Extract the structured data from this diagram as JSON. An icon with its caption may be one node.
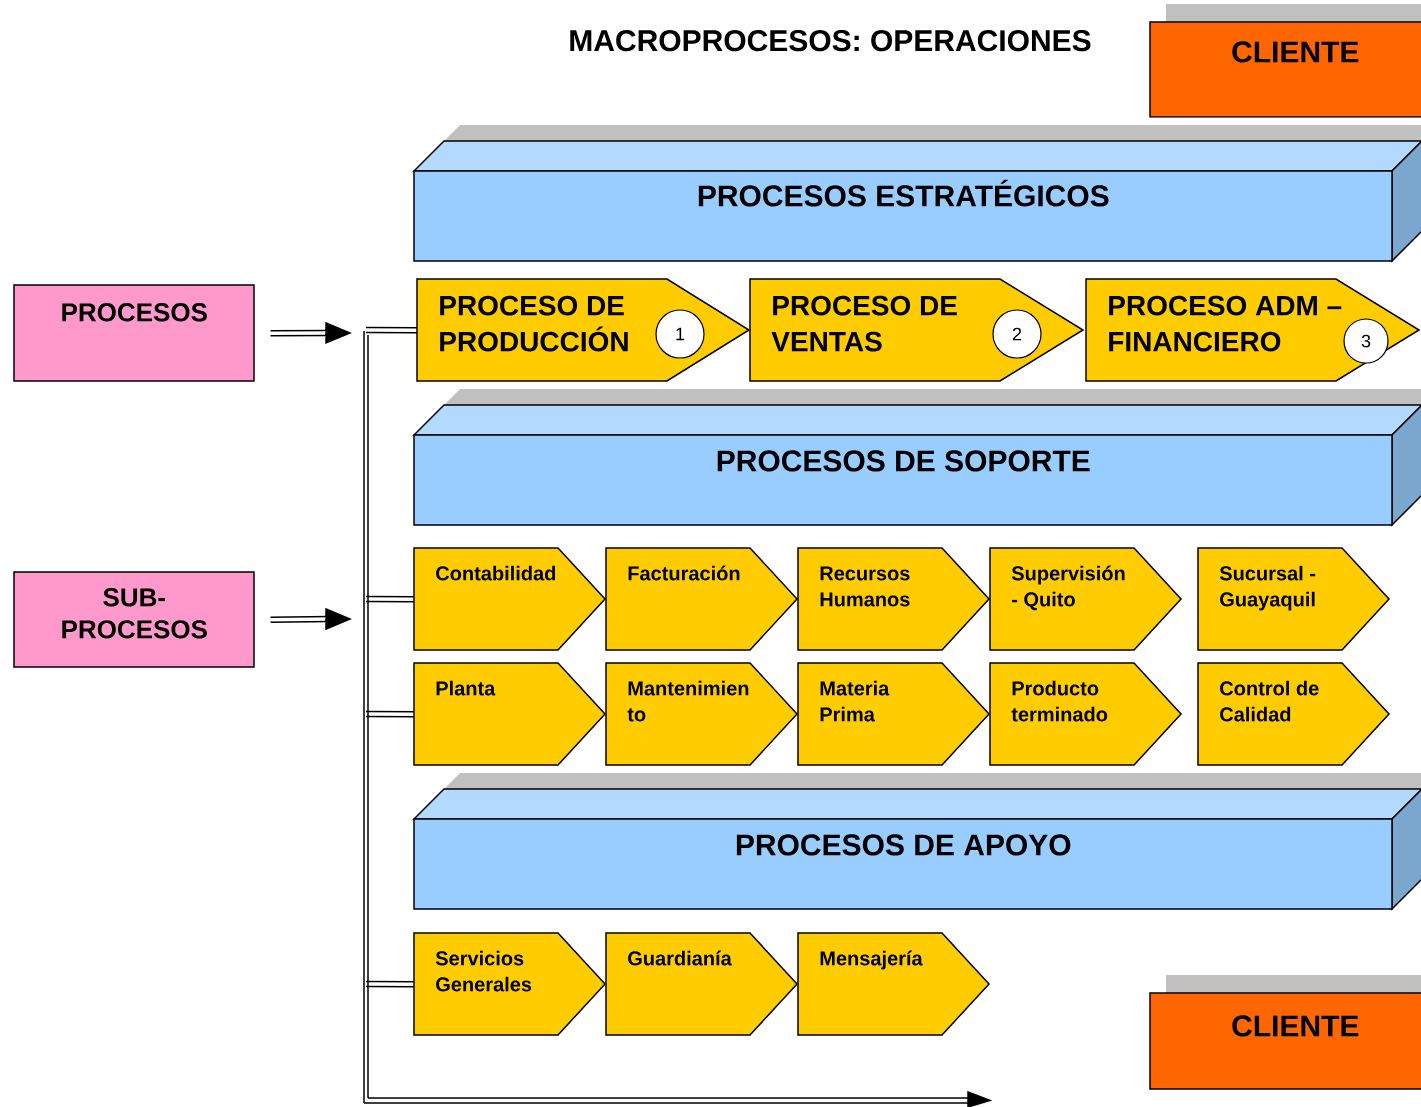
{
  "diagram": {
    "title": "MACROPROCESOS: OPERACIONES",
    "nodes": [
      {
        "text": [
          "PROCESOS"
        ]
      },
      {
        "text": [
          "SUB- PROCESOS"
        ]
      },
      {
        "text": [
          "CLIENTE"
        ]
      },
      {
        "text": [
          "PROCESOS ESTRATÉGICOS"
        ]
      },
      {
        "text": [
          "PROCESO DE PRODUCCIÓN"
        ]
      },
      {
        "text": [
          "1"
        ],
        "in": 4
      },
      {
        "text": [
          "PROCESO DE VENTAS"
        ]
      },
      {
        "text": [
          "2"
        ],
        "in": 6
      },
      {
        "text": [
          "PROCESO ADM – FINANCIERO"
        ]
      },
      {
        "text": [
          "3"
        ],
        "in": 8
      },
      {
        "text": [
          "PROCESOS DE SOPORTE"
        ]
      },
      {
        "text": [
          "Contabilidad"
        ]
      },
      {
        "text": [
          "Facturación"
        ]
      },
      {
        "text": [
          "Recursos Humanos"
        ]
      },
      {
        "text": [
          "Supervisión - Quito"
        ]
      },
      {
        "text": [
          "Sucursal - Guayaquil"
        ]
      },
      {
        "text": [
          "Planta"
        ]
      },
      {
        "text": [
          "Mantenimien to"
        ]
      },
      {
        "text": [
          "Materia Prima"
        ]
      },
      {
        "text": [
          "Producto terminado"
        ]
      },
      {
        "text": [
          "Control de Calidad"
        ]
      },
      {
        "text": [
          "PROCESOS DE APOYO"
        ]
      },
      {
        "text": [
          "Servicios Generales"
        ]
      },
      {
        "text": [
          "Guardianía"
        ]
      },
      {
        "text": [
          "Mensajería"
        ]
      },
      {
        "text": [
          "CLIENTE"
        ]
      }
    ],
    "edges": [
      {
        "from": 0,
        "to": null,
        "arrow": "to"
      },
      {
        "from": 1,
        "to": null,
        "arrow": "to"
      },
      {
        "from": null,
        "to": 4,
        "arrow": "none"
      },
      {
        "from": null,
        "to": 11,
        "arrow": "none"
      },
      {
        "from": null,
        "to": 16,
        "arrow": "none"
      },
      {
        "from": null,
        "to": 22,
        "arrow": "none"
      }
    ]
  }
}
